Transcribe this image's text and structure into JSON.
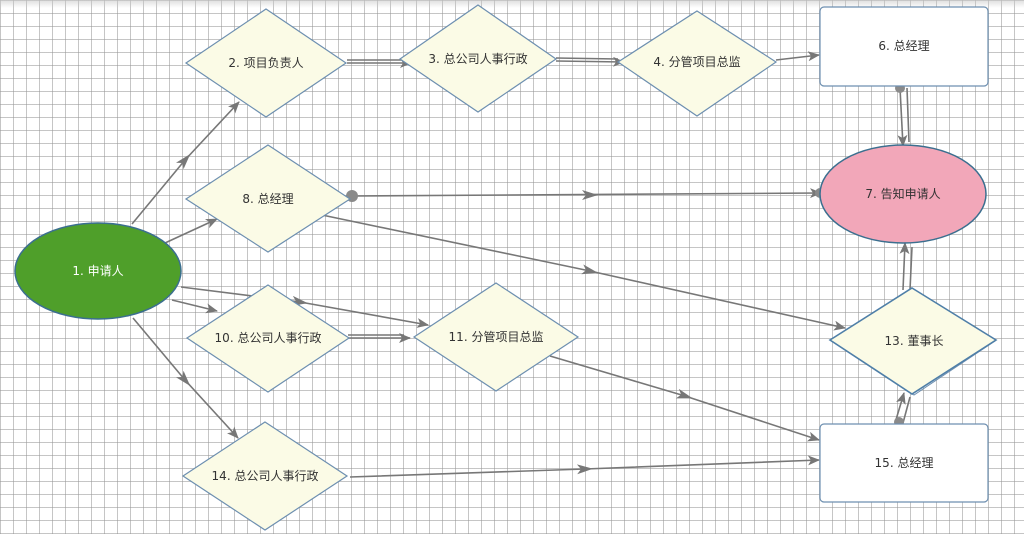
{
  "colors": {
    "diamond_fill": "#fbfbe6",
    "diamond_stroke": "#6d8fb0",
    "start_fill": "#4f9f2a",
    "end_fill": "#f2a7b9",
    "edge": "#777777"
  },
  "nodes": {
    "n1": {
      "label": "1. 申请人",
      "shape": "ellipse"
    },
    "n2": {
      "label": "2. 项目负责人",
      "shape": "diamond"
    },
    "n3": {
      "label": "3. 总公司人事行政",
      "shape": "diamond"
    },
    "n4": {
      "label": "4. 分管项目总监",
      "shape": "diamond"
    },
    "n6": {
      "label": "6. 总经理",
      "shape": "rect"
    },
    "n7": {
      "label": "7. 告知申请人",
      "shape": "ellipse"
    },
    "n8": {
      "label": "8. 总经理",
      "shape": "diamond"
    },
    "n10": {
      "label": "10. 总公司人事行政",
      "shape": "diamond"
    },
    "n11": {
      "label": "11. 分管项目总监",
      "shape": "diamond"
    },
    "n13": {
      "label": "13. 董事长",
      "shape": "diamond"
    },
    "n14": {
      "label": "14. 总公司人事行政",
      "shape": "diamond"
    },
    "n15": {
      "label": "15. 总经理",
      "shape": "rect"
    }
  }
}
